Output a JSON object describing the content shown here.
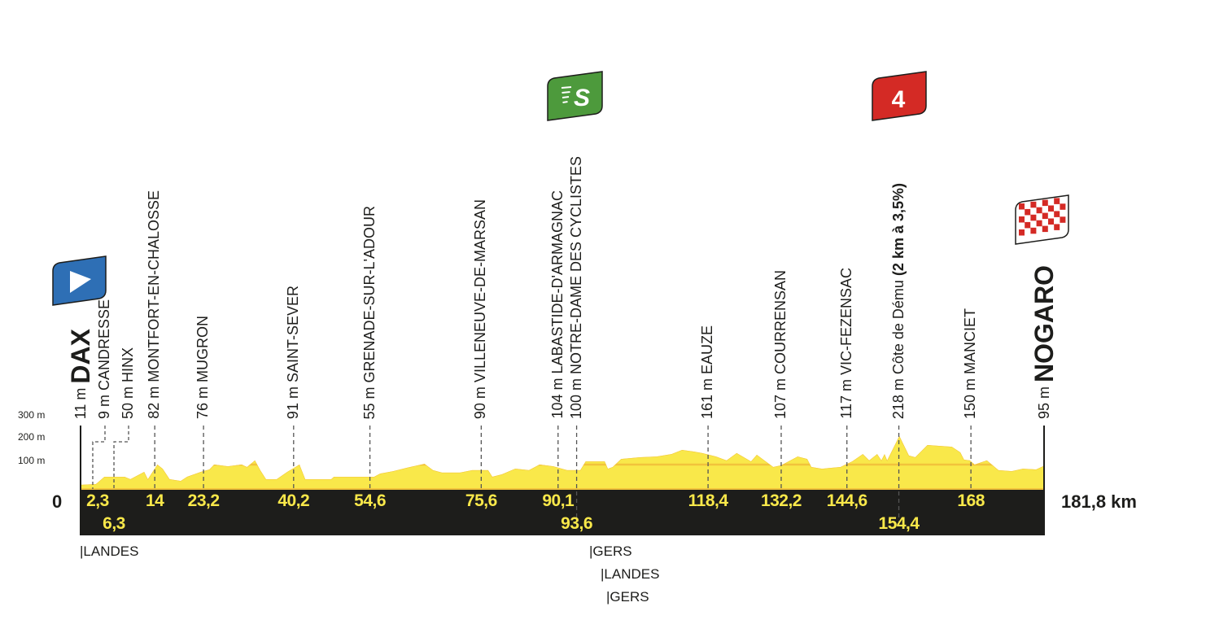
{
  "chart_data": {
    "type": "area",
    "title": "",
    "xlabel": "km",
    "ylabel": "m",
    "xlim": [
      0,
      181.8
    ],
    "ylim": [
      0,
      300
    ],
    "y_ticks": [
      "300 m",
      "200 m",
      "100 m"
    ],
    "y_tick_values": [
      300,
      200,
      100
    ],
    "zero_label": "0",
    "total_distance_label": "181,8 km",
    "profile": [
      [
        0,
        11
      ],
      [
        0.15,
        17
      ],
      [
        2.9,
        20
      ],
      [
        4.5,
        50
      ],
      [
        8.3,
        50
      ],
      [
        9.4,
        40
      ],
      [
        12,
        70
      ],
      [
        12.7,
        40
      ],
      [
        14.5,
        100
      ],
      [
        15.5,
        83
      ],
      [
        16.8,
        40
      ],
      [
        18.9,
        33
      ],
      [
        20.1,
        50
      ],
      [
        22.7,
        70
      ],
      [
        24.3,
        80
      ],
      [
        25.2,
        100
      ],
      [
        27.8,
        93
      ],
      [
        30.4,
        100
      ],
      [
        31.4,
        90
      ],
      [
        32.9,
        117
      ],
      [
        33.9,
        77
      ],
      [
        35,
        40
      ],
      [
        37,
        40
      ],
      [
        39,
        70
      ],
      [
        41.3,
        100
      ],
      [
        42.4,
        40
      ],
      [
        47.3,
        40
      ],
      [
        47.8,
        50
      ],
      [
        55.4,
        50
      ],
      [
        56.5,
        63
      ],
      [
        59,
        73
      ],
      [
        61.6,
        87
      ],
      [
        64.9,
        103
      ],
      [
        66.5,
        77
      ],
      [
        68.2,
        67
      ],
      [
        71.6,
        67
      ],
      [
        73.9,
        77
      ],
      [
        76.9,
        77
      ],
      [
        77.7,
        50
      ],
      [
        79.5,
        60
      ],
      [
        82,
        83
      ],
      [
        84.6,
        77
      ],
      [
        86.6,
        100
      ],
      [
        89.2,
        93
      ],
      [
        91.8,
        77
      ],
      [
        94.3,
        77
      ],
      [
        95.3,
        113
      ],
      [
        98.9,
        113
      ],
      [
        99.5,
        83
      ],
      [
        100.4,
        90
      ],
      [
        102,
        123
      ],
      [
        105.6,
        130
      ],
      [
        108.7,
        133
      ],
      [
        111.5,
        143
      ],
      [
        113.5,
        160
      ],
      [
        115.8,
        153
      ],
      [
        117.3,
        147
      ],
      [
        119.9,
        133
      ],
      [
        121.9,
        117
      ],
      [
        123.8,
        147
      ],
      [
        126.5,
        113
      ],
      [
        127.6,
        140
      ],
      [
        130.7,
        90
      ],
      [
        132.2,
        97
      ],
      [
        135.3,
        133
      ],
      [
        137.1,
        123
      ],
      [
        137.9,
        90
      ],
      [
        139.9,
        83
      ],
      [
        143.4,
        90
      ],
      [
        145.6,
        113
      ],
      [
        147.6,
        143
      ],
      [
        148.8,
        117
      ],
      [
        150.3,
        143
      ],
      [
        151.1,
        117
      ],
      [
        151.7,
        143
      ],
      [
        152.2,
        117
      ],
      [
        154.5,
        217
      ],
      [
        156.3,
        137
      ],
      [
        157.5,
        130
      ],
      [
        159.8,
        180
      ],
      [
        164.4,
        173
      ],
      [
        166,
        150
      ],
      [
        166.7,
        120
      ],
      [
        167.8,
        117
      ],
      [
        168.7,
        100
      ],
      [
        171,
        117
      ],
      [
        173.2,
        77
      ],
      [
        175.7,
        73
      ],
      [
        177.8,
        83
      ],
      [
        180.3,
        80
      ],
      [
        181.8,
        95
      ]
    ],
    "places": [
      {
        "km": 0,
        "km_label": "",
        "alt": "11 m",
        "name": "DAX",
        "city": true
      },
      {
        "km": 2.3,
        "km_label": "2,3",
        "alt": "9 m",
        "name": "CANDRESSE",
        "row": 1
      },
      {
        "km": 6.3,
        "km_label": "6,3",
        "alt": "50 m",
        "name": "HINX",
        "row": 2
      },
      {
        "km": 14,
        "km_label": "14",
        "alt": "82 m",
        "name": "MONTFORT-EN-CHALOSSE",
        "row": 1
      },
      {
        "km": 23.2,
        "km_label": "23,2",
        "alt": "76 m",
        "name": "MUGRON",
        "row": 1
      },
      {
        "km": 40.2,
        "km_label": "40,2",
        "alt": "91 m",
        "name": "SAINT-SEVER",
        "row": 1
      },
      {
        "km": 54.6,
        "km_label": "54,6",
        "alt": "55 m",
        "name": "GRENADE-SUR-L'ADOUR",
        "row": 1
      },
      {
        "km": 75.6,
        "km_label": "75,6",
        "alt": "90 m",
        "name": "VILLENEUVE-DE-MARSAN",
        "row": 1
      },
      {
        "km": 90.1,
        "km_label": "90,1",
        "alt": "104 m",
        "name": "LABASTIDE-D'ARMAGNAC",
        "row": 1
      },
      {
        "km": 93.6,
        "km_label": "93,6",
        "alt": "100 m",
        "name": "NOTRE-DAME DES CYCLISTES",
        "row": 2,
        "sprint": true
      },
      {
        "km": 118.4,
        "km_label": "118,4",
        "alt": "161 m",
        "name": "EAUZE",
        "row": 1
      },
      {
        "km": 132.2,
        "km_label": "132,2",
        "alt": "107 m",
        "name": "COURRENSAN",
        "row": 1
      },
      {
        "km": 144.6,
        "km_label": "144,6",
        "alt": "117 m",
        "name": "VIC-FEZENSAC",
        "row": 1
      },
      {
        "km": 154.4,
        "km_label": "154,4",
        "alt": "218 m",
        "name": "Côte de Dému",
        "extra": "(2 km à 3,5%)",
        "row": 2,
        "climb": true
      },
      {
        "km": 168,
        "km_label": "168",
        "alt": "150 m",
        "name": "MANCIET",
        "row": 1
      },
      {
        "km": 181.8,
        "km_label": "",
        "alt": "95 m",
        "name": "NOGARO",
        "city": true
      }
    ],
    "departments": [
      "|LANDES",
      "|GERS",
      "|LANDES",
      "|GERS"
    ]
  },
  "icons": {
    "start": "start-flag-icon",
    "sprint": "sprint-icon",
    "sprint_letter": "S",
    "climb": "climb-category-icon",
    "climb_category": "4",
    "finish": "finish-flag-icon"
  },
  "colors": {
    "profile": "#f9e84a",
    "profile_line": "#f2c33c",
    "band": "#1d1d1b",
    "start": "#2e6fb5",
    "sprint": "#4d9a3c",
    "climb": "#d42a25",
    "finish": "#d42a25"
  }
}
